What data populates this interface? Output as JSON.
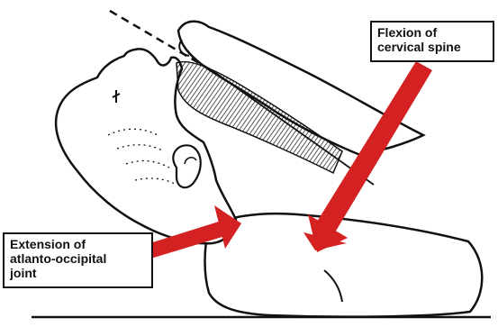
{
  "labels": {
    "flexion": {
      "line1": "Flexion of",
      "line2": "cervical spine"
    },
    "extension": {
      "line1": "Extension of",
      "line2": "atlanto-occipital",
      "line3": "joint"
    }
  },
  "colors": {
    "arrow": "#d42222",
    "ink": "#111111",
    "background": "#ffffff"
  }
}
